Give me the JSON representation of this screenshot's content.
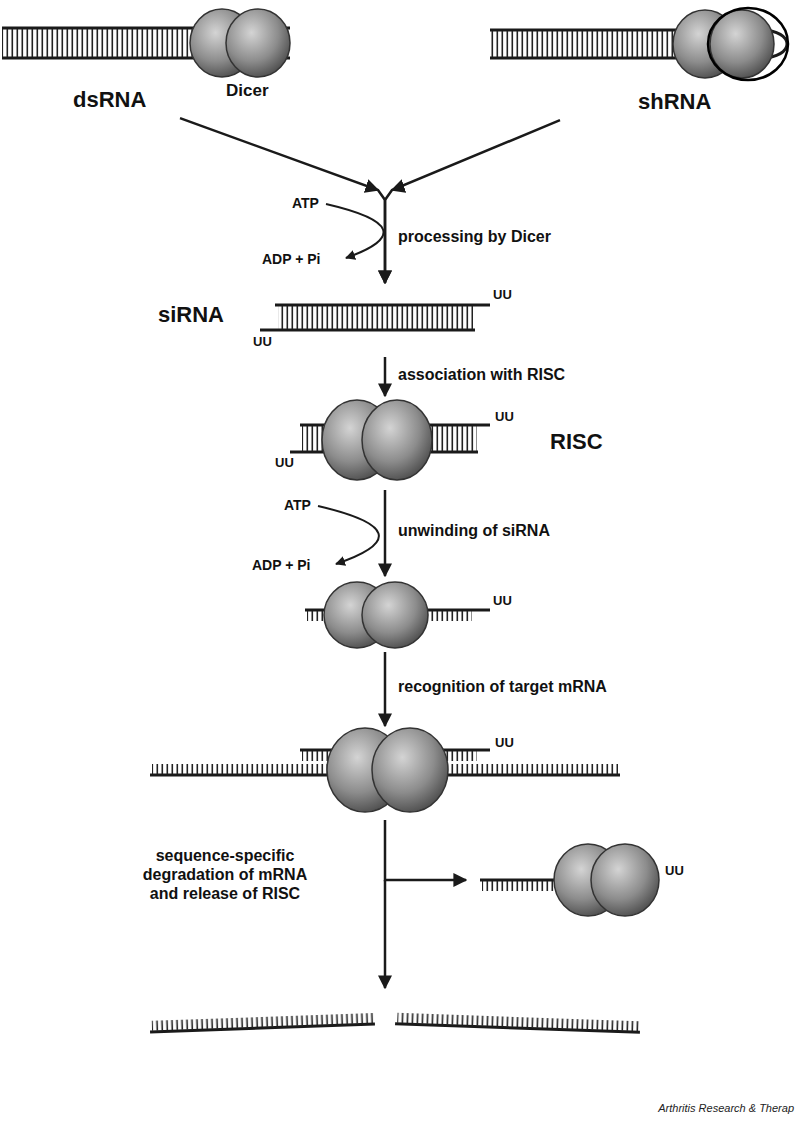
{
  "diagram": {
    "nodes": [
      {
        "text": [
          "dsRNA"
        ]
      },
      {
        "text": [
          "shRNA"
        ]
      },
      {
        "text": [
          "siRNA",
          "UU",
          "UU"
        ]
      },
      {
        "text": [
          "RISC",
          "UU",
          "UU"
        ]
      },
      {
        "text": [
          "UU"
        ]
      },
      {
        "text": [
          "UU"
        ]
      },
      {
        "text": [
          "UU"
        ]
      }
    ],
    "edges": [
      {
        "from": 0,
        "to": 2,
        "arrow": "to"
      },
      {
        "from": 1,
        "to": 2,
        "arrow": "to"
      },
      {
        "from": 2,
        "to": 3,
        "arrow": "to",
        "label": "association with RISC"
      },
      {
        "from": 3,
        "to": 4,
        "arrow": "to",
        "label": "unwinding of siRNA"
      },
      {
        "from": 4,
        "to": 5,
        "arrow": "to",
        "label": "recognition of target mRNA"
      },
      {
        "from": 5,
        "to": 6,
        "arrow": "to"
      }
    ],
    "labels": [
      "Dicer",
      "ATP",
      "ADP + Pi",
      "processing by Dicer",
      "ATP",
      "ADP + Pi",
      "sequence-specific degradation of mRNA and release of RISC",
      "Arthritis Research & Therap"
    ]
  }
}
